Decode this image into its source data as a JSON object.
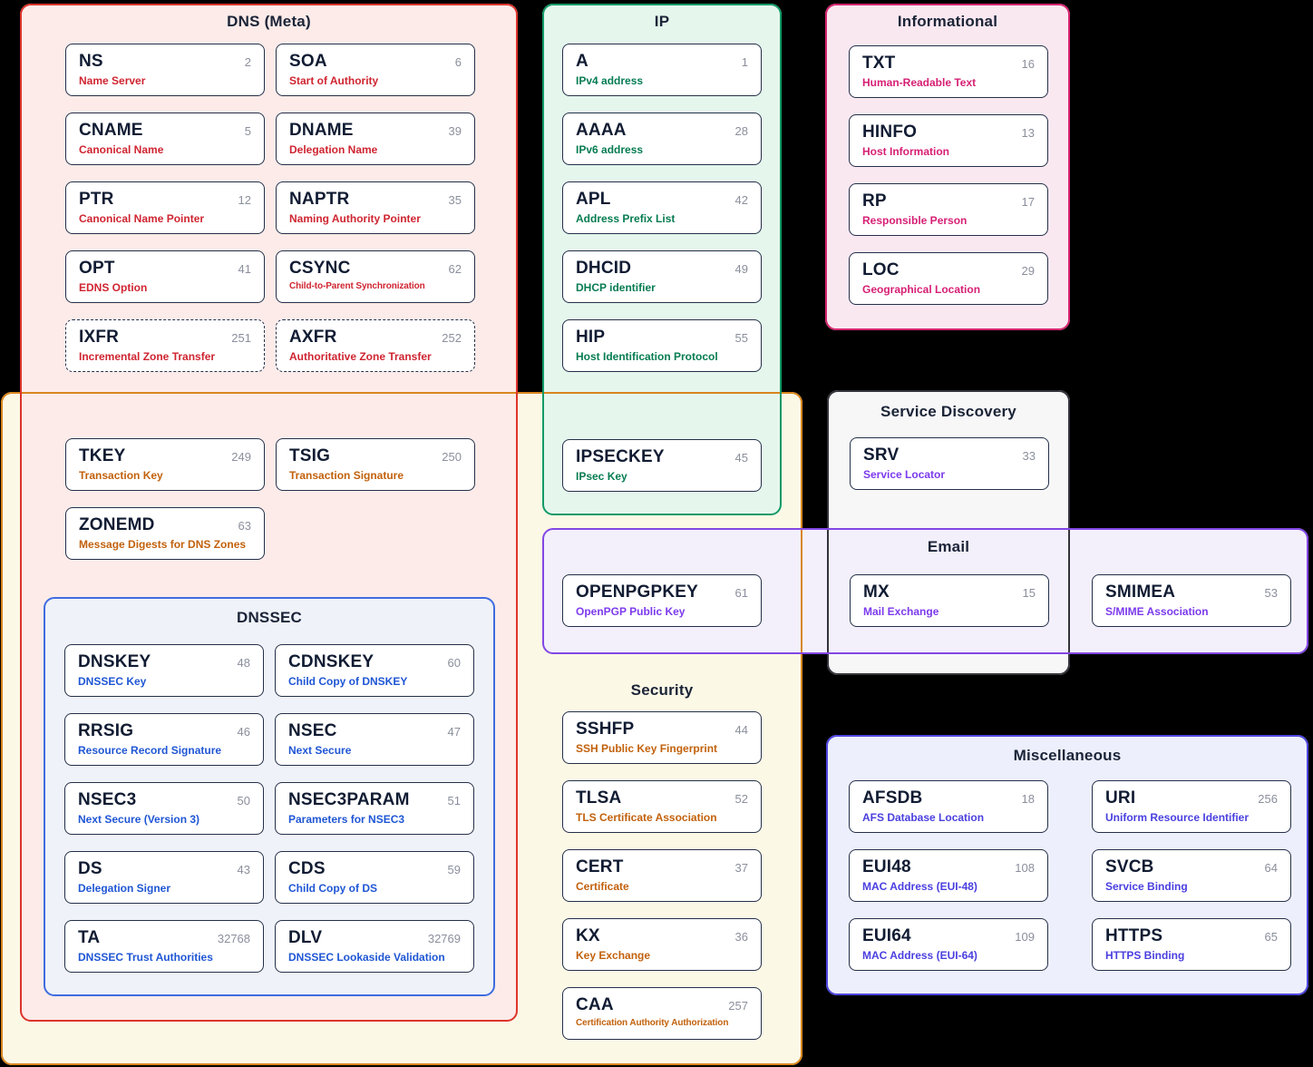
{
  "page": {
    "background": "#000000"
  },
  "groups": {
    "dns_meta": {
      "title": "DNS (Meta)",
      "bg": "#fcebe9",
      "border": "#dc342b",
      "accent": "#cf2531",
      "cards": [
        {
          "abbr": "NS",
          "num": "2",
          "desc": "Name Server"
        },
        {
          "abbr": "SOA",
          "num": "6",
          "desc": "Start of Authority"
        },
        {
          "abbr": "CNAME",
          "num": "5",
          "desc": "Canonical Name"
        },
        {
          "abbr": "DNAME",
          "num": "39",
          "desc": "Delegation Name"
        },
        {
          "abbr": "PTR",
          "num": "12",
          "desc": "Canonical Name Pointer"
        },
        {
          "abbr": "NAPTR",
          "num": "35",
          "desc": "Naming Authority Pointer"
        },
        {
          "abbr": "OPT",
          "num": "41",
          "desc": "EDNS Option"
        },
        {
          "abbr": "CSYNC",
          "num": "62",
          "desc": "Child-to-Parent Synchronization"
        },
        {
          "abbr": "IXFR",
          "num": "251",
          "desc": "Incremental Zone Transfer",
          "dashed": true
        },
        {
          "abbr": "AXFR",
          "num": "252",
          "desc": "Authoritative Zone Transfer",
          "dashed": true
        }
      ]
    },
    "meta_transaction": {
      "accent": "#c2610c",
      "cards": [
        {
          "abbr": "TKEY",
          "num": "249",
          "desc": "Transaction Key"
        },
        {
          "abbr": "TSIG",
          "num": "250",
          "desc": "Transaction Signature"
        },
        {
          "abbr": "ZONEMD",
          "num": "63",
          "desc": "Message Digests for DNS Zones"
        }
      ]
    },
    "dnssec": {
      "title": "DNSSEC",
      "bg": "#eff2f8",
      "border": "#3f6ce0",
      "accent": "#1f56d4",
      "cards": [
        {
          "abbr": "DNSKEY",
          "num": "48",
          "desc": "DNSSEC Key"
        },
        {
          "abbr": "CDNSKEY",
          "num": "60",
          "desc": "Child Copy of DNSKEY"
        },
        {
          "abbr": "RRSIG",
          "num": "46",
          "desc": "Resource Record Signature"
        },
        {
          "abbr": "NSEC",
          "num": "47",
          "desc": "Next Secure"
        },
        {
          "abbr": "NSEC3",
          "num": "50",
          "desc": "Next Secure (Version 3)"
        },
        {
          "abbr": "NSEC3PARAM",
          "num": "51",
          "desc": "Parameters for NSEC3"
        },
        {
          "abbr": "DS",
          "num": "43",
          "desc": "Delegation Signer"
        },
        {
          "abbr": "CDS",
          "num": "59",
          "desc": "Child Copy of DS"
        },
        {
          "abbr": "TA",
          "num": "32768",
          "desc": "DNSSEC Trust Authorities"
        },
        {
          "abbr": "DLV",
          "num": "32769",
          "desc": "DNSSEC Lookaside Validation"
        }
      ]
    },
    "ip": {
      "title": "IP",
      "bg": "#e5f6ed",
      "border": "#129a66",
      "accent": "#067c52",
      "cards": [
        {
          "abbr": "A",
          "num": "1",
          "desc": "IPv4 address"
        },
        {
          "abbr": "AAAA",
          "num": "28",
          "desc": "IPv6 address"
        },
        {
          "abbr": "APL",
          "num": "42",
          "desc": "Address Prefix List"
        },
        {
          "abbr": "DHCID",
          "num": "49",
          "desc": "DHCP identifier"
        },
        {
          "abbr": "HIP",
          "num": "55",
          "desc": "Host Identification Protocol"
        },
        {
          "abbr": "IPSECKEY",
          "num": "45",
          "desc": "IPsec Key"
        }
      ]
    },
    "informational": {
      "title": "Informational",
      "bg": "#fae8f1",
      "border": "#d6246e",
      "accent": "#d61f74",
      "cards": [
        {
          "abbr": "TXT",
          "num": "16",
          "desc": "Human-Readable Text"
        },
        {
          "abbr": "HINFO",
          "num": "13",
          "desc": "Host Information"
        },
        {
          "abbr": "RP",
          "num": "17",
          "desc": "Responsible Person"
        },
        {
          "abbr": "LOC",
          "num": "29",
          "desc": "Geographical Location"
        }
      ]
    },
    "service_discovery": {
      "title": "Service Discovery",
      "bg": "#f7f7f8",
      "border": "#33343b",
      "accent": "#7c3aed",
      "cards": [
        {
          "abbr": "SRV",
          "num": "33",
          "desc": "Service Locator"
        }
      ]
    },
    "email": {
      "title": "Email",
      "bg": "#f3f0fb",
      "border": "#8347e5",
      "accent": "#7c3aed",
      "cards": [
        {
          "abbr": "OPENPGPKEY",
          "num": "61",
          "desc": "OpenPGP Public Key"
        },
        {
          "abbr": "MX",
          "num": "15",
          "desc": "Mail Exchange"
        },
        {
          "abbr": "SMIMEA",
          "num": "53",
          "desc": "S/MIME Association"
        }
      ]
    },
    "security": {
      "title": "Security",
      "bg": "#fcf8e6",
      "border": "#d9861f",
      "accent": "#c2610c",
      "cards": [
        {
          "abbr": "SSHFP",
          "num": "44",
          "desc": "SSH Public Key Fingerprint"
        },
        {
          "abbr": "TLSA",
          "num": "52",
          "desc": "TLS Certificate Association"
        },
        {
          "abbr": "CERT",
          "num": "37",
          "desc": "Certificate"
        },
        {
          "abbr": "KX",
          "num": "36",
          "desc": "Key Exchange"
        },
        {
          "abbr": "CAA",
          "num": "257",
          "desc": "Certification Authority Authorization"
        }
      ]
    },
    "miscellaneous": {
      "title": "Miscellaneous",
      "bg": "#edeffc",
      "border": "#4d45e0",
      "accent": "#4a3fdf",
      "cards": [
        {
          "abbr": "AFSDB",
          "num": "18",
          "desc": "AFS Database Location"
        },
        {
          "abbr": "URI",
          "num": "256",
          "desc": "Uniform Resource Identifier"
        },
        {
          "abbr": "EUI48",
          "num": "108",
          "desc": "MAC Address (EUI-48)"
        },
        {
          "abbr": "SVCB",
          "num": "64",
          "desc": "Service Binding"
        },
        {
          "abbr": "EUI64",
          "num": "109",
          "desc": "MAC Address (EUI-64)"
        },
        {
          "abbr": "HTTPS",
          "num": "65",
          "desc": "HTTPS Binding"
        }
      ]
    }
  }
}
